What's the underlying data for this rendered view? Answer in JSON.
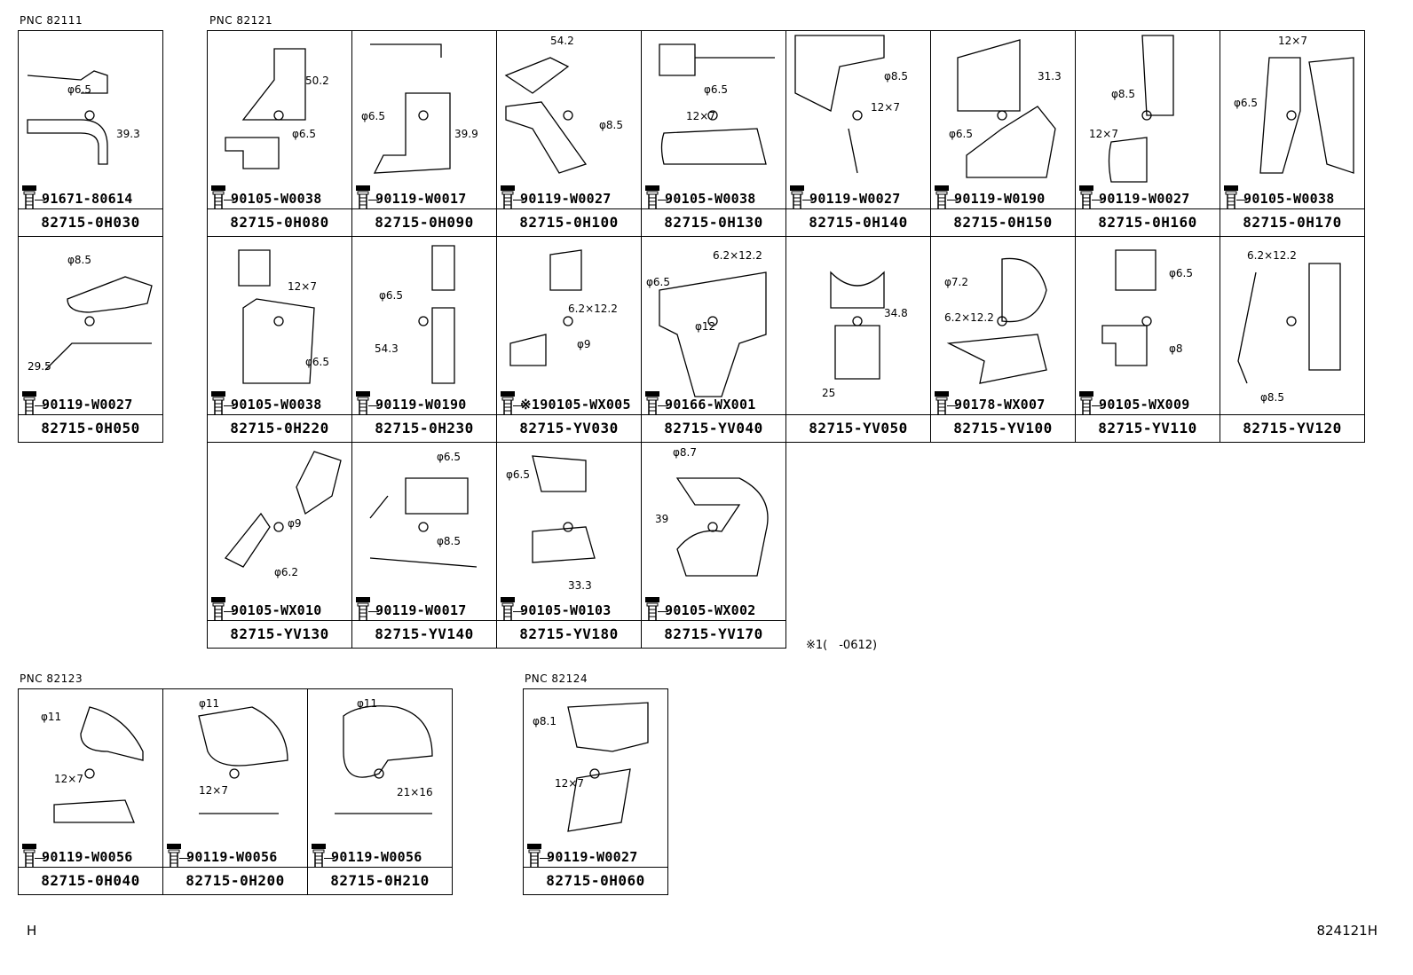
{
  "groups": [
    {
      "pnc": "PNC 82111"
    },
    {
      "pnc": "PNC 82121"
    },
    {
      "pnc": "PNC 82123"
    },
    {
      "pnc": "PNC 82124"
    }
  ],
  "cells": [
    {
      "part": "82715-0H030",
      "bolt": "91671-80614",
      "dims": [
        "φ6.5",
        "39.3"
      ]
    },
    {
      "part": "82715-0H050",
      "bolt": "90119-W0027",
      "dims": [
        "φ8.5",
        "29.5"
      ]
    },
    {
      "part": "82715-0H080",
      "bolt": "90105-W0038",
      "dims": [
        "50.2",
        "φ6.5"
      ]
    },
    {
      "part": "82715-0H090",
      "bolt": "90119-W0017",
      "dims": [
        "φ6.5",
        "39.9"
      ]
    },
    {
      "part": "82715-0H100",
      "bolt": "90119-W0027",
      "dims": [
        "54.2",
        "φ8.5"
      ]
    },
    {
      "part": "82715-0H130",
      "bolt": "90105-W0038",
      "dims": [
        "φ6.5",
        "12×7"
      ]
    },
    {
      "part": "82715-0H140",
      "bolt": "90119-W0027",
      "dims": [
        "φ8.5",
        "12×7"
      ]
    },
    {
      "part": "82715-0H150",
      "bolt": "90119-W0190",
      "dims": [
        "31.3",
        "φ6.5"
      ]
    },
    {
      "part": "82715-0H160",
      "bolt": "90119-W0027",
      "dims": [
        "φ8.5",
        "12×7"
      ]
    },
    {
      "part": "82715-0H170",
      "bolt": "90105-W0038",
      "dims": [
        "12×7",
        "φ6.5"
      ]
    },
    {
      "part": "82715-0H220",
      "bolt": "90105-W0038",
      "dims": [
        "12×7",
        "φ6.5"
      ]
    },
    {
      "part": "82715-0H230",
      "bolt": "90119-W0190",
      "dims": [
        "φ6.5",
        "54.3"
      ]
    },
    {
      "part": "82715-YV030",
      "bolt": "※190105-WX005",
      "dims": [
        "6.2×12.2",
        "φ9"
      ]
    },
    {
      "part": "82715-YV040",
      "bolt": "90166-WX001",
      "dims": [
        "6.2×12.2",
        "φ6.5",
        "φ12"
      ]
    },
    {
      "part": "82715-YV050",
      "bolt": "",
      "dims": [
        "34.8",
        "25"
      ]
    },
    {
      "part": "82715-YV100",
      "bolt": "90178-WX007",
      "dims": [
        "φ7.2",
        "6.2×12.2"
      ]
    },
    {
      "part": "82715-YV110",
      "bolt": "90105-WX009",
      "dims": [
        "φ6.5",
        "φ8"
      ]
    },
    {
      "part": "82715-YV120",
      "bolt": "",
      "dims": [
        "6.2×12.2",
        "φ8.5"
      ]
    },
    {
      "part": "82715-YV130",
      "bolt": "90105-WX010",
      "dims": [
        "φ9",
        "φ6.2"
      ]
    },
    {
      "part": "82715-YV140",
      "bolt": "90119-W0017",
      "dims": [
        "φ6.5",
        "φ8.5"
      ]
    },
    {
      "part": "82715-YV180",
      "bolt": "90105-W0103",
      "dims": [
        "φ6.5",
        "33.3"
      ]
    },
    {
      "part": "82715-YV170",
      "bolt": "90105-WX002",
      "dims": [
        "φ8.7",
        "39"
      ]
    },
    {
      "part": "82715-0H040",
      "bolt": "90119-W0056",
      "dims": [
        "φ11",
        "12×7"
      ]
    },
    {
      "part": "82715-0H200",
      "bolt": "90119-W0056",
      "dims": [
        "φ11",
        "12×7"
      ]
    },
    {
      "part": "82715-0H210",
      "bolt": "90119-W0056",
      "dims": [
        "φ11",
        "21×16"
      ]
    },
    {
      "part": "82715-0H060",
      "bolt": "90119-W0027",
      "dims": [
        "φ8.1",
        "12×7"
      ]
    }
  ],
  "note": "※1(　-0612)",
  "footer": {
    "left": "H",
    "right": "824121H"
  }
}
